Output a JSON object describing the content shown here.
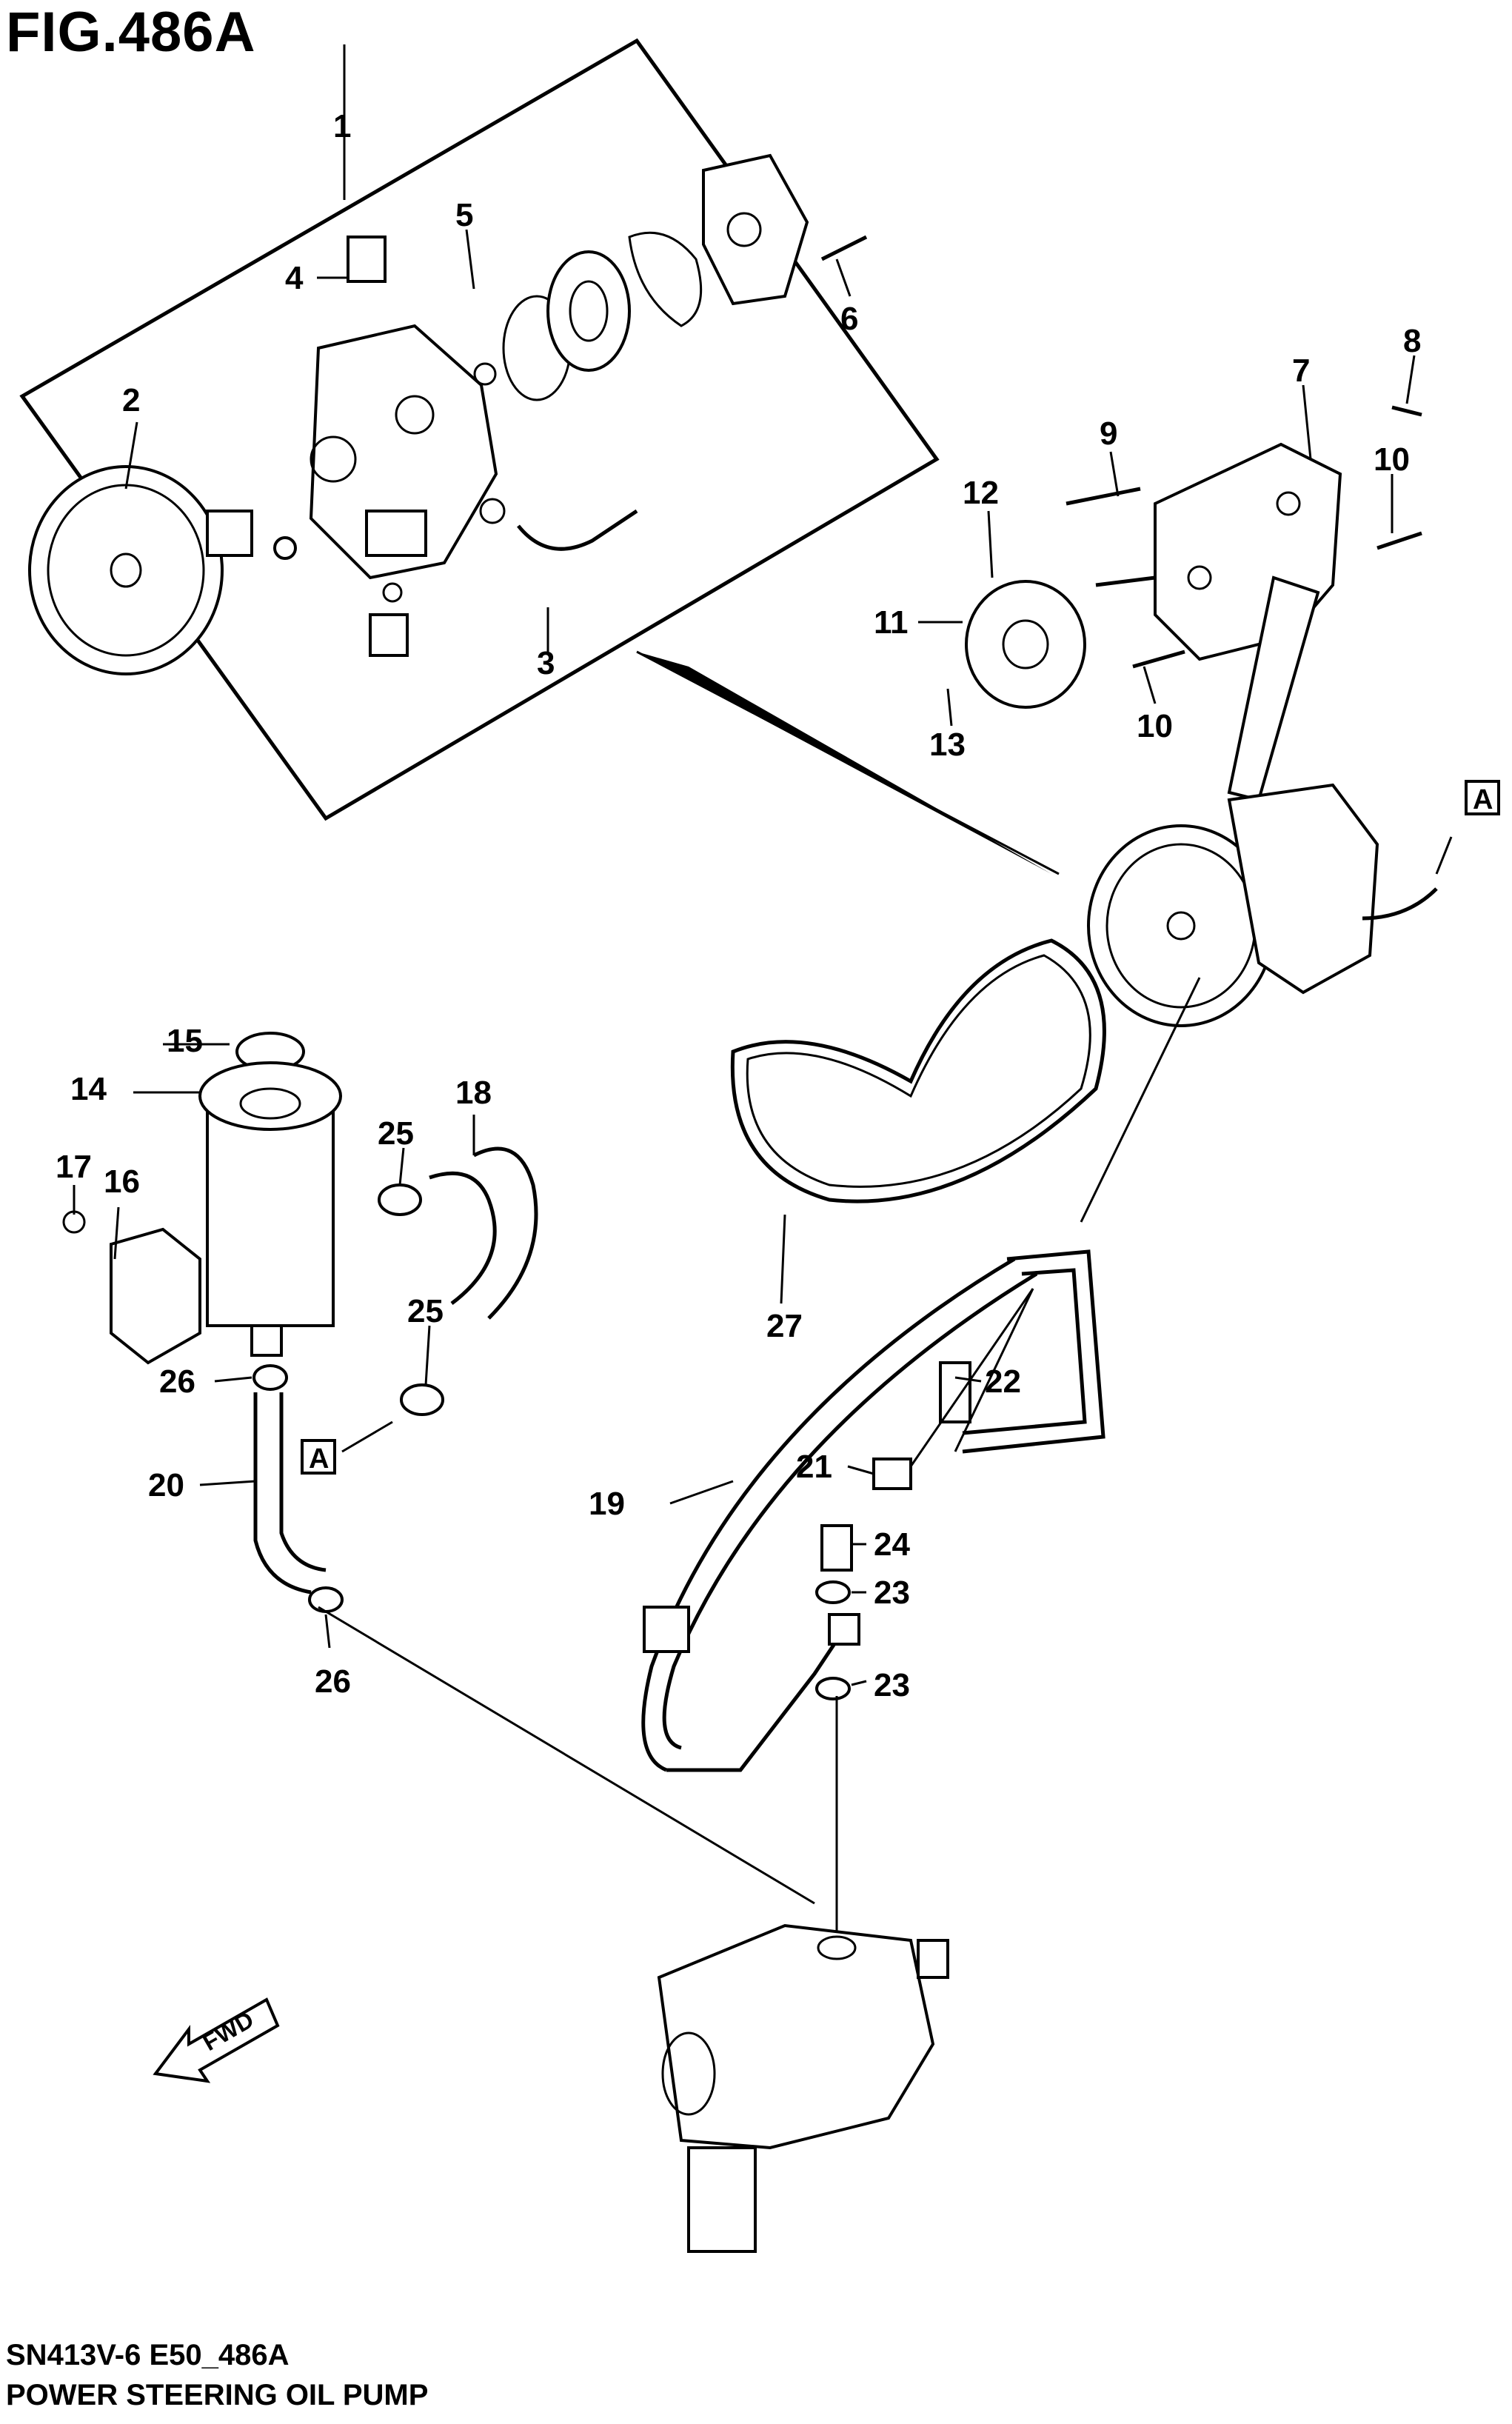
{
  "figure": {
    "title": "FIG.486A",
    "code": "SN413V-6 E50_486A",
    "caption": "POWER STEERING OIL PUMP"
  },
  "callouts": [
    "1",
    "2",
    "3",
    "4",
    "5",
    "6",
    "7",
    "8",
    "9",
    "10",
    "10",
    "11",
    "12",
    "13",
    "14",
    "15",
    "16",
    "17",
    "18",
    "19",
    "20",
    "21",
    "22",
    "23",
    "23",
    "24",
    "25",
    "25",
    "26",
    "26",
    "27"
  ],
  "refs": {
    "a_box": "A",
    "fwd": "FWD"
  }
}
